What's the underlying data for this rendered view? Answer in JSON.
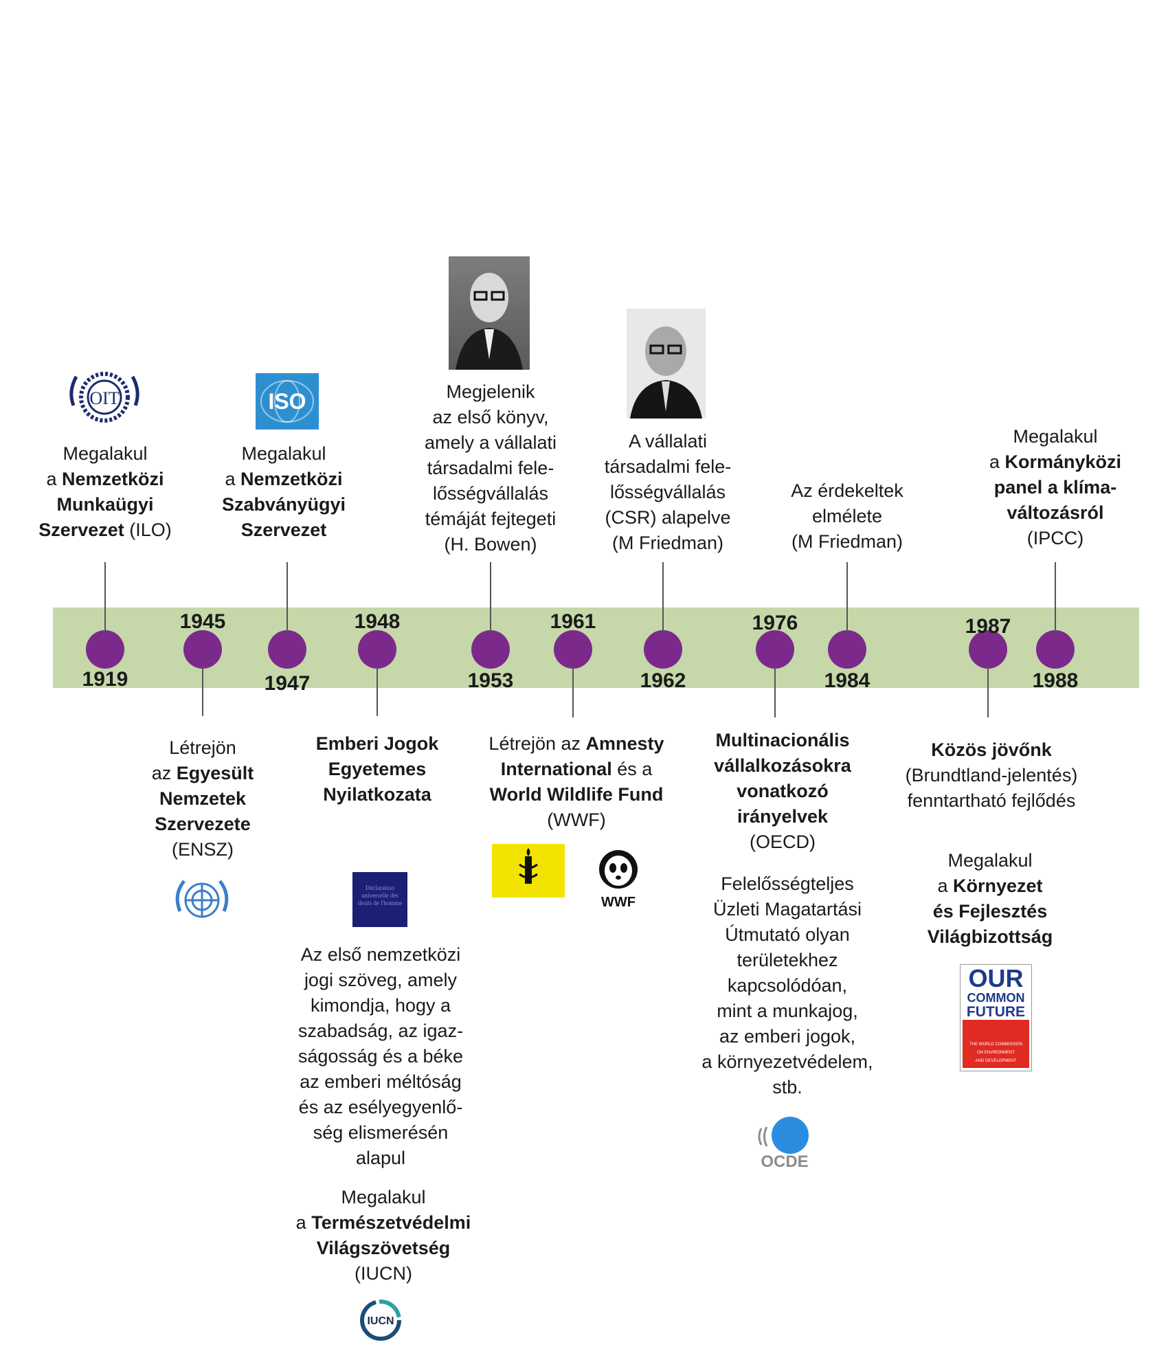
{
  "events": [
    {
      "id": "1919",
      "year": "1919",
      "lines": [
        [
          "Megalakul"
        ],
        [
          "a ",
          "Nemzetközi"
        ],
        [
          "",
          "Munkaügyi"
        ],
        [
          "",
          "Szervezet",
          " (ILO)"
        ]
      ]
    },
    {
      "id": "1945",
      "year": "1945",
      "lines": [
        [
          "Létrejön"
        ],
        [
          "az ",
          "Egyesült"
        ],
        [
          "",
          "Nemzetek"
        ],
        [
          "",
          "Szervezete"
        ],
        [
          "(ENSZ)"
        ]
      ]
    },
    {
      "id": "1947",
      "year": "1947",
      "lines": [
        [
          "Megalakul"
        ],
        [
          "a ",
          "Nemzetközi"
        ],
        [
          "",
          "Szabványügyi"
        ],
        [
          "",
          "Szervezet"
        ]
      ]
    },
    {
      "id": "1948",
      "year": "1948",
      "lines": [
        [
          "",
          "Emberi Jogok"
        ],
        [
          "",
          "Egyetemes"
        ],
        [
          "",
          "Nyilatkozata"
        ]
      ],
      "note_lines": [
        "Az első nemzetközi",
        "jogi szöveg, amely",
        "kimondja, hogy a",
        "szabadság, az igaz-",
        "ságosság és a béke",
        "az emberi méltóság",
        "és az esélyegyenlő-",
        "ség elismerésén",
        "alapul"
      ],
      "extra_lines": [
        [
          "Megalakul"
        ],
        [
          "a ",
          "Természetvédelmi"
        ],
        [
          "",
          "Világszövetség"
        ],
        [
          "(IUCN)"
        ]
      ]
    },
    {
      "id": "1953",
      "year": "1953",
      "lines": [
        [
          "Megjelenik"
        ],
        [
          "az első könyv,"
        ],
        [
          "amely a vállalati"
        ],
        [
          "társadalmi fele-"
        ],
        [
          "lősségvállalás"
        ],
        [
          "témáját fejtegeti"
        ],
        [
          "(H. Bowen)"
        ]
      ]
    },
    {
      "id": "1961",
      "year": "1961",
      "lines": [
        [
          "Létrejön az ",
          "Amnesty"
        ],
        [
          "",
          "International",
          " és a"
        ],
        [
          "",
          "World Wildlife Fund"
        ],
        [
          "(WWF)"
        ]
      ]
    },
    {
      "id": "1962",
      "year": "1962",
      "lines": [
        [
          "A vállalati"
        ],
        [
          "társadalmi fele-"
        ],
        [
          "lősségvállalás"
        ],
        [
          "(CSR) alapelve"
        ],
        [
          "(M Friedman)"
        ]
      ]
    },
    {
      "id": "1976",
      "year": "1976",
      "lines": [
        [
          "",
          "Multinacionális"
        ],
        [
          "",
          "vállalkozásokra"
        ],
        [
          "",
          "vonatkozó"
        ],
        [
          "",
          "irányelvek"
        ],
        [
          "(OECD)"
        ]
      ],
      "note_lines": [
        "Felelősségteljes",
        "Üzleti Magatartási",
        "Útmutató olyan",
        "területekhez",
        "kapcsolódóan,",
        "mint a munkajog,",
        "az emberi jogok,",
        "a környezetvédelem,",
        "stb."
      ]
    },
    {
      "id": "1984",
      "year": "1984",
      "lines": [
        [
          "Az érdekeltek"
        ],
        [
          "elmélete"
        ],
        [
          "(M Friedman)"
        ]
      ]
    },
    {
      "id": "1987",
      "year": "1987",
      "lines": [
        [
          "",
          "Közös jövőnk"
        ],
        [
          "(Brundtland-jelentés)"
        ],
        [
          "fenntartható fejlődés"
        ]
      ],
      "extra_lines": [
        [
          "Megalakul"
        ],
        [
          "a ",
          "Környezet"
        ],
        [
          "",
          "és Fejlesztés"
        ],
        [
          "",
          "Világbizottság"
        ]
      ]
    },
    {
      "id": "1988",
      "year": "1988",
      "lines": [
        [
          "Megalakul"
        ],
        [
          "a ",
          "Kormányközi"
        ],
        [
          "",
          "panel a klíma-"
        ],
        [
          "",
          "változásról"
        ],
        [
          "(IPCC)"
        ]
      ]
    }
  ],
  "logos": {
    "ilo": "OIT",
    "iso": "ISO",
    "un": "un-emblem-icon",
    "udhr": "Déclaration universelle des droits de l'homme",
    "amnesty": "amnesty-candle-icon",
    "wwf": "WWF",
    "oecd": "OCDE",
    "iucn": "IUCN",
    "our_common_future": [
      "OUR",
      "COMMON",
      "FUTURE"
    ],
    "ocf_sub": [
      "THE WORLD COMMISSION",
      "ON ENVIRONMENT",
      "AND DEVELOPMENT"
    ]
  },
  "colors": {
    "band": "#c6d8a9",
    "dot": "#7b2a8c",
    "iso_blue": "#2e8fd0",
    "amnesty_yellow": "#f2e400",
    "oecd_blue": "#2b8de0",
    "ocf_red": "#e02a22",
    "ocf_blue": "#1d3a8c"
  }
}
